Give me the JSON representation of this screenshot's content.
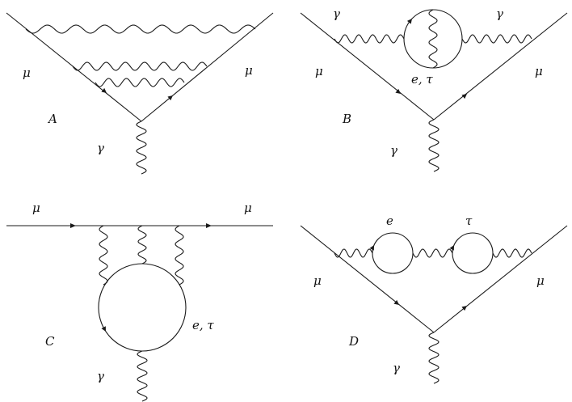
{
  "diagrams": [
    {
      "id": "A",
      "label": "A",
      "left_particle": "μ",
      "right_particle": "μ",
      "bottom_particle": "γ"
    },
    {
      "id": "B",
      "label": "B",
      "left_particle": "μ",
      "right_particle": "μ",
      "bottom_particle": "γ",
      "photon_left": "γ",
      "photon_right": "γ",
      "loop_label": "e, τ"
    },
    {
      "id": "C",
      "label": "C",
      "left_particle": "μ",
      "right_particle": "μ",
      "bottom_particle": "γ",
      "loop_label": "e, τ"
    },
    {
      "id": "D",
      "label": "D",
      "left_particle": "μ",
      "right_particle": "μ",
      "bottom_particle": "γ",
      "loop1_label": "e",
      "loop2_label": "τ"
    }
  ],
  "colors": {
    "ink": "#1a1a1a",
    "background": "#ffffff"
  }
}
